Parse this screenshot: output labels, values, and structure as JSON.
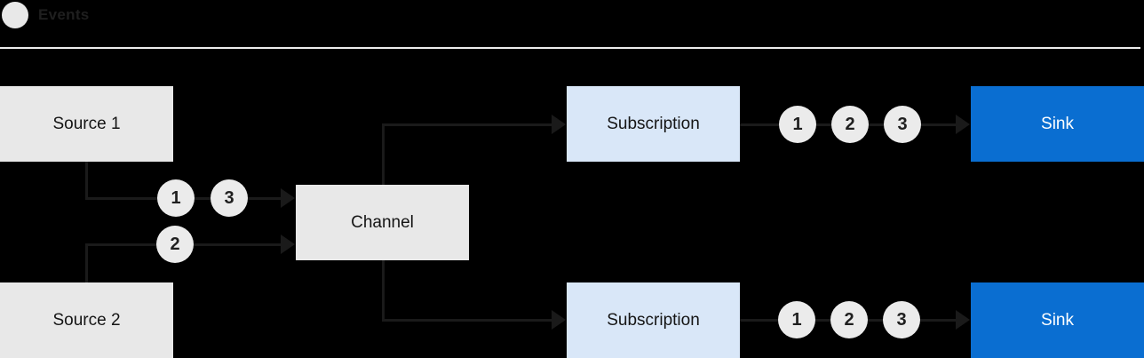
{
  "legend": {
    "label": "Events"
  },
  "colors": {
    "background": "#000000",
    "node_gray": "#e8e8e8",
    "node_light_blue": "#d9e7f8",
    "node_blue": "#0a6ed1",
    "line": "#1a1a1a",
    "event_circle": "#ebebeb",
    "divider": "#ededed"
  },
  "nodes": {
    "source1": "Source 1",
    "source2": "Source 2",
    "channel": "Channel",
    "subscription_top": "Subscription",
    "subscription_bottom": "Subscription",
    "sink_top": "Sink",
    "sink_bottom": "Sink"
  },
  "events": {
    "source1_to_channel": [
      "1",
      "3"
    ],
    "source2_to_channel": [
      "2"
    ],
    "subscription_top_to_sink": [
      "1",
      "2",
      "3"
    ],
    "subscription_bottom_to_sink": [
      "1",
      "2",
      "3"
    ]
  }
}
